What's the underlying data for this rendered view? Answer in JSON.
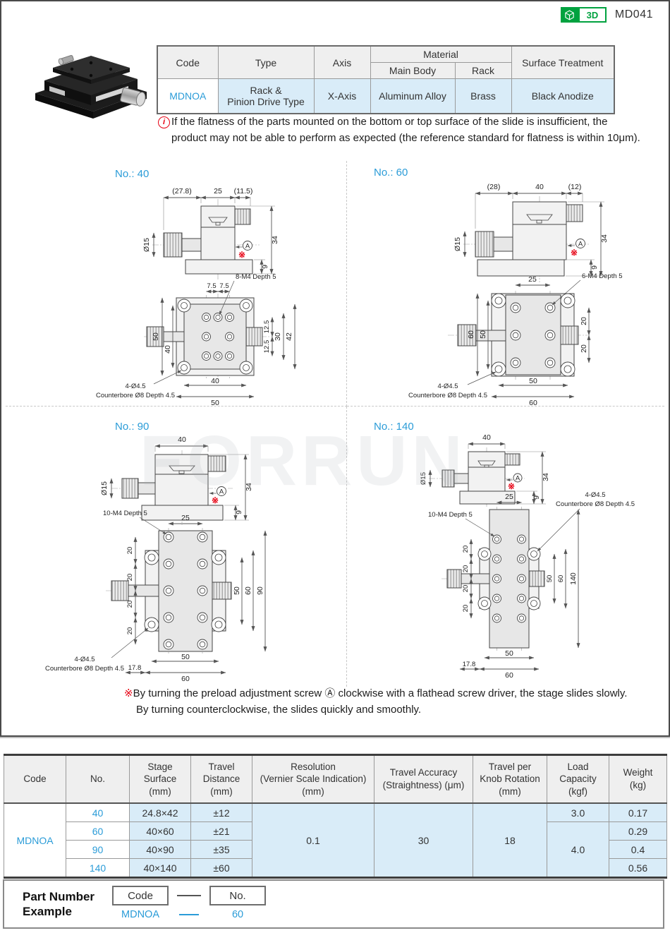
{
  "header": {
    "badge_3d": "3D",
    "doc_code": "MD041"
  },
  "overview_table": {
    "h_code": "Code",
    "h_type": "Type",
    "h_axis": "Axis",
    "h_material": "Material",
    "h_main_body": "Main Body",
    "h_rack": "Rack",
    "h_surface": "Surface Treatment",
    "code": "MDNOA",
    "type": "Rack &\nPinion Drive Type",
    "axis": "X-Axis",
    "main_body": "Aluminum Alloy",
    "rack": "Brass",
    "surface": "Black Anodize"
  },
  "flatness_note": {
    "icon_glyph": "i",
    "line1": "If the flatness of the parts mounted on the bottom or top surface of the slide is insufficient, the",
    "line2": "product may not be able to perform as expected (the reference standard for flatness is within 10μm)."
  },
  "watermark": "FORRUN",
  "drawings": {
    "no40": {
      "title": "No.: 40",
      "side": {
        "d1": "(27.8)",
        "d2": "25",
        "d3": "(11.5)",
        "dia": "Ø15",
        "h": "34",
        "bh": "9",
        "a": "A",
        "star": "※"
      },
      "top": {
        "p1": "7.5",
        "p2": "7.5",
        "tap": "8-M4 Depth 5",
        "l1": "50",
        "l2": "40",
        "r1": "12.5",
        "r2": "12.5",
        "r3": "30",
        "r4": "42",
        "b1": "40",
        "b2": "50",
        "cb1": "4-Ø4.5",
        "cb2": "Counterbore Ø8 Depth 4.5"
      }
    },
    "no60": {
      "title": "No.: 60",
      "side": {
        "d1": "(28)",
        "d2": "40",
        "d3": "(12)",
        "dia": "Ø15",
        "h": "34",
        "bh": "9",
        "a": "A",
        "star": "※"
      },
      "top": {
        "p1": "25",
        "tap": "6-M4 Depth 5",
        "l1": "60",
        "l2": "50",
        "r1": "20",
        "r2": "20",
        "b1": "50",
        "b2": "60",
        "cb1": "4-Ø4.5",
        "cb2": "Counterbore Ø8 Depth 4.5"
      }
    },
    "no90": {
      "title": "No.: 90",
      "side": {
        "d2": "40",
        "dia": "Ø15",
        "h": "34",
        "bh": "9",
        "a": "A",
        "star": "※"
      },
      "top": {
        "p1": "25",
        "tap": "10-M4 Depth 5",
        "pitch": "20",
        "r1": "50",
        "r2": "60",
        "r3": "90",
        "b1": "50",
        "b2": "60",
        "off": "17.8",
        "cb1": "4-Ø4.5",
        "cb2": "Counterbore Ø8 Depth 4.5"
      }
    },
    "no140": {
      "title": "No.: 140",
      "side": {
        "d2": "40",
        "dia": "Ø15",
        "h": "34",
        "bh": "9",
        "a": "A",
        "star": "※"
      },
      "top": {
        "p1": "25",
        "tap": "10-M4 Depth 5",
        "pitch": "20",
        "r1": "50",
        "r2": "60",
        "r3": "140",
        "b1": "50",
        "b2": "60",
        "off": "17.8",
        "cb1": "4-Ø4.5",
        "cb2": "Counterbore Ø8 Depth 4.5"
      }
    }
  },
  "preload_note": {
    "sym": "※",
    "line1": "By turning the preload adjustment screw Ⓐ clockwise with a flathead screw driver, the stage slides slowly.",
    "line2": "By turning counterclockwise, the slides quickly and smoothly."
  },
  "spec_table": {
    "headers": [
      "Code",
      "No.",
      "Stage\nSurface\n(mm)",
      "Travel\nDistance\n(mm)",
      "Resolution\n(Vernier Scale Indication)\n(mm)",
      "Travel Accuracy\n(Straightness) (μm)",
      "Travel per\nKnob Rotation\n(mm)",
      "Load\nCapacity\n(kgf)",
      "Weight\n(kg)"
    ],
    "code": "MDNOA",
    "resolution": "0.1",
    "travel_accuracy": "30",
    "travel_per_knob": "18",
    "load_40": "3.0",
    "load_60_140": "4.0",
    "rows": [
      {
        "no": "40",
        "stage": "24.8×42",
        "travel": "±12",
        "weight": "0.17"
      },
      {
        "no": "60",
        "stage": "40×60",
        "travel": "±21",
        "weight": "0.29"
      },
      {
        "no": "90",
        "stage": "40×90",
        "travel": "±35",
        "weight": "0.4"
      },
      {
        "no": "140",
        "stage": "40×140",
        "travel": "±60",
        "weight": "0.56"
      }
    ]
  },
  "part_number": {
    "title": "Part Number\nExample",
    "code_label": "Code",
    "no_label": "No.",
    "code_value": "MDNOA",
    "no_value": "60"
  },
  "colors": {
    "accent_blue": "#2b9cd8",
    "badge_green": "#00a23f",
    "note_red": "#e60012",
    "cell_blue": "#d9ecf8"
  }
}
